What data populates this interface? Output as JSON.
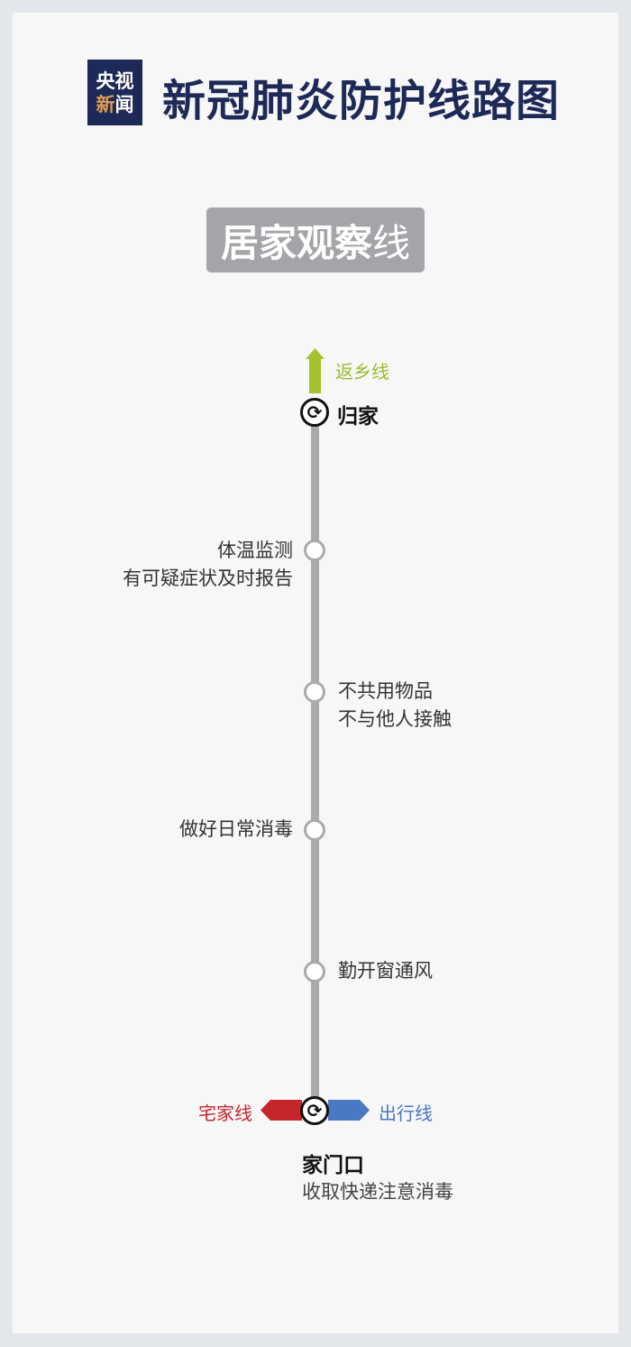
{
  "header": {
    "logo_top": "央视",
    "logo_bottom_a": "新",
    "logo_bottom_b": "闻",
    "title_regular": "新冠肺炎",
    "title_bold": "防护线路图"
  },
  "line_badge": {
    "bold": "居家观察",
    "thin": "线"
  },
  "top": {
    "branch_label": "返乡线",
    "station": "归家"
  },
  "stops": [
    {
      "lines": [
        "体温监测",
        "有可疑症状及时报告"
      ],
      "side": "left"
    },
    {
      "lines": [
        "不共用物品",
        "不与他人接触"
      ],
      "side": "right"
    },
    {
      "lines": [
        "做好日常消毒"
      ],
      "side": "left"
    },
    {
      "lines": [
        "勤开窗通风"
      ],
      "side": "right"
    }
  ],
  "bottom": {
    "left_branch": "宅家线",
    "right_branch": "出行线",
    "station": "家门口",
    "note": "收取快递注意消毒"
  },
  "colors": {
    "navy": "#1d2a57",
    "green": "#a5c12f",
    "red": "#c4262b",
    "blue": "#4a78c2",
    "track": "#a9aaac"
  },
  "icons": {
    "transfer": "transfer-icon"
  }
}
